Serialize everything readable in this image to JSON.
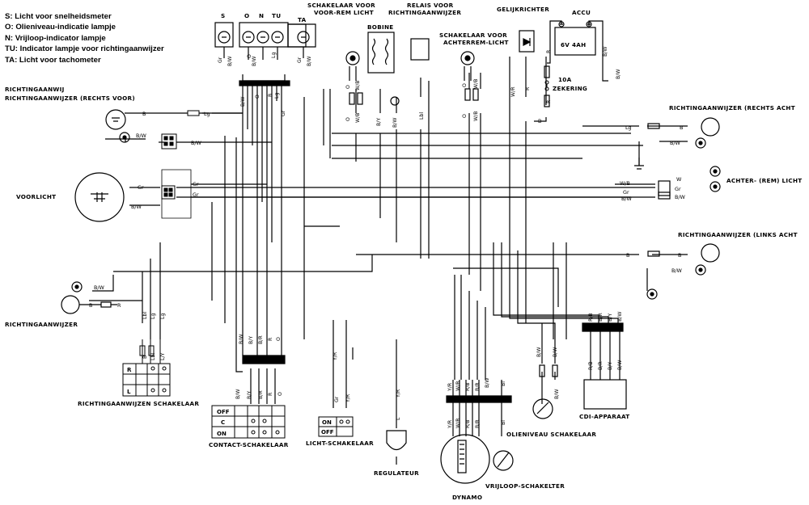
{
  "legend": [
    "S: Licht voor snelheidsmeter",
    "O: Olieniveau-indicatie lampje",
    "N: Vrijloop-indicator lampje",
    "TU: Indicator lampje voor richtingaanwijzer",
    "TA: Licht voor tachometer"
  ],
  "indicators": {
    "s": "S",
    "o": "O",
    "n": "N",
    "tu": "TU",
    "ta": "TA"
  },
  "components": {
    "stop_switch_front": [
      "SCHAKELAAR VOOR",
      "VOOR-REM LICHT"
    ],
    "flasher_relay": [
      "RELAIS VOOR",
      "RICHTINGAANWIJZER"
    ],
    "coil": "BOBINE",
    "stop_switch_rear": [
      "SCHAKELAAR VOOR",
      "ACHTERREM-LICHT"
    ],
    "rectifier": "GELIJKRICHTER",
    "battery_title": "ACCU",
    "battery_spec": "6V 4AH",
    "fuse": [
      "10A",
      "ZEKERING"
    ],
    "turn_front_left": [
      "RICHTINGAANWIJ",
      "RICHTINGAANWIJZER (RECHTS VOOR)"
    ],
    "turn_rear_right": "RICHTINGAANWIJZER (RECHTS ACHT",
    "headlight": "VOORLICHT",
    "tail_light": "ACHTER- (REM) LICHT",
    "turn_rear_left": "RICHTINGAANWIJZER (LINKS ACHT",
    "turn_front_left_b": "RICHTINGAANWIJZER",
    "turn_switch": "RICHTINGAANWIJZEN SCHAKELAAR",
    "contact_switch": "CONTACT-SCHAKELAAR",
    "light_switch": "LICHT-SCHAKELAAR",
    "regulator": "REGULATEUR",
    "dynamo": "DYNAMO",
    "oil_switch": "OLIENIVEAU SCHAKELAAR",
    "neutral_switch": "VRIJLOOP-SCHAKELTER",
    "cdi": "CDI-APPARAAT"
  },
  "switch_states": {
    "turn": [
      "R",
      "L"
    ],
    "contact": [
      "OFF",
      "C",
      "ON"
    ],
    "light": [
      "ON",
      "OFF"
    ]
  },
  "wire_colors": {
    "gr": "Gr",
    "bw": "B/W",
    "lg": "Lg",
    "b": "B",
    "o": "O",
    "lbl": "Lbl",
    "wb": "W/B",
    "br": "B/R",
    "by": "B/Y",
    "yr": "Y/R",
    "wr": "W/R",
    "rb": "R/B",
    "bl": "Bl",
    "r": "R",
    "w": "W",
    "l": "L",
    "ly": "L/Y"
  }
}
